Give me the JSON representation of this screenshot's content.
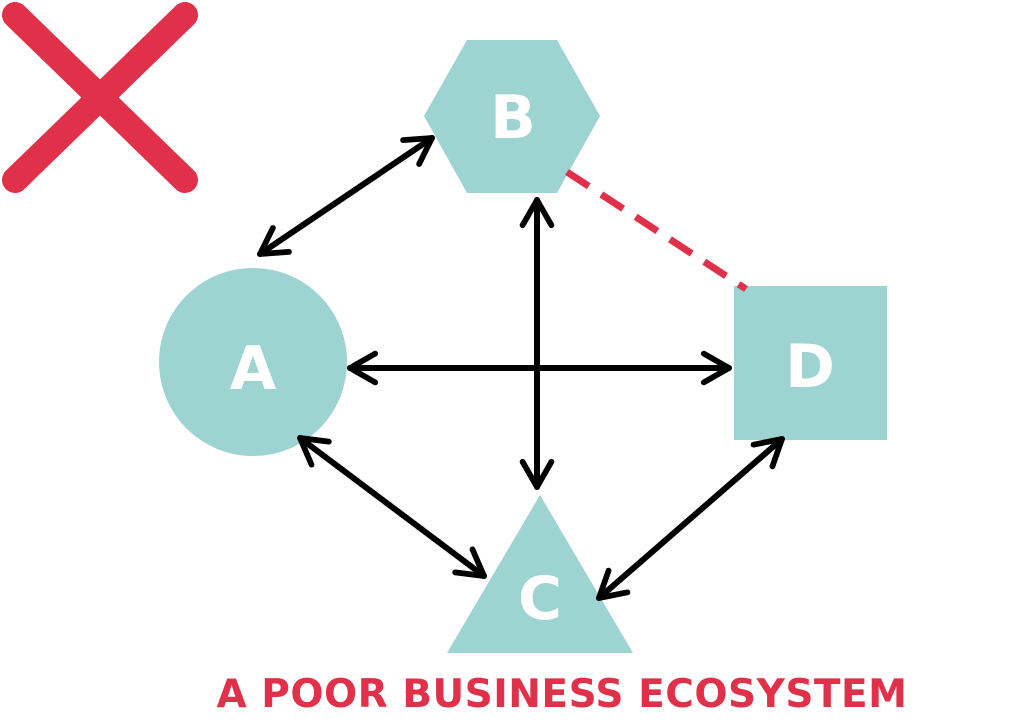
{
  "title": "A POOR BUSINESS ECOSYSTEM",
  "colors": {
    "node_fill": "#9dd3d0",
    "arrow": "#000000",
    "broken_link": "#e0304a",
    "cross": "#e0304a",
    "title": "#e0304a",
    "node_text": "#ffffff"
  },
  "status_icon": "red-x-icon",
  "nodes": [
    {
      "id": "A",
      "label": "A",
      "shape": "circle"
    },
    {
      "id": "B",
      "label": "B",
      "shape": "hexagon"
    },
    {
      "id": "C",
      "label": "C",
      "shape": "triangle"
    },
    {
      "id": "D",
      "label": "D",
      "shape": "square"
    }
  ],
  "connections": [
    {
      "from": "A",
      "to": "B",
      "style": "double-arrow"
    },
    {
      "from": "A",
      "to": "D",
      "style": "double-arrow"
    },
    {
      "from": "B",
      "to": "C",
      "style": "double-arrow"
    },
    {
      "from": "A",
      "to": "C",
      "style": "double-arrow"
    },
    {
      "from": "D",
      "to": "C",
      "style": "double-arrow"
    },
    {
      "from": "B",
      "to": "D",
      "style": "dashed-line"
    }
  ]
}
